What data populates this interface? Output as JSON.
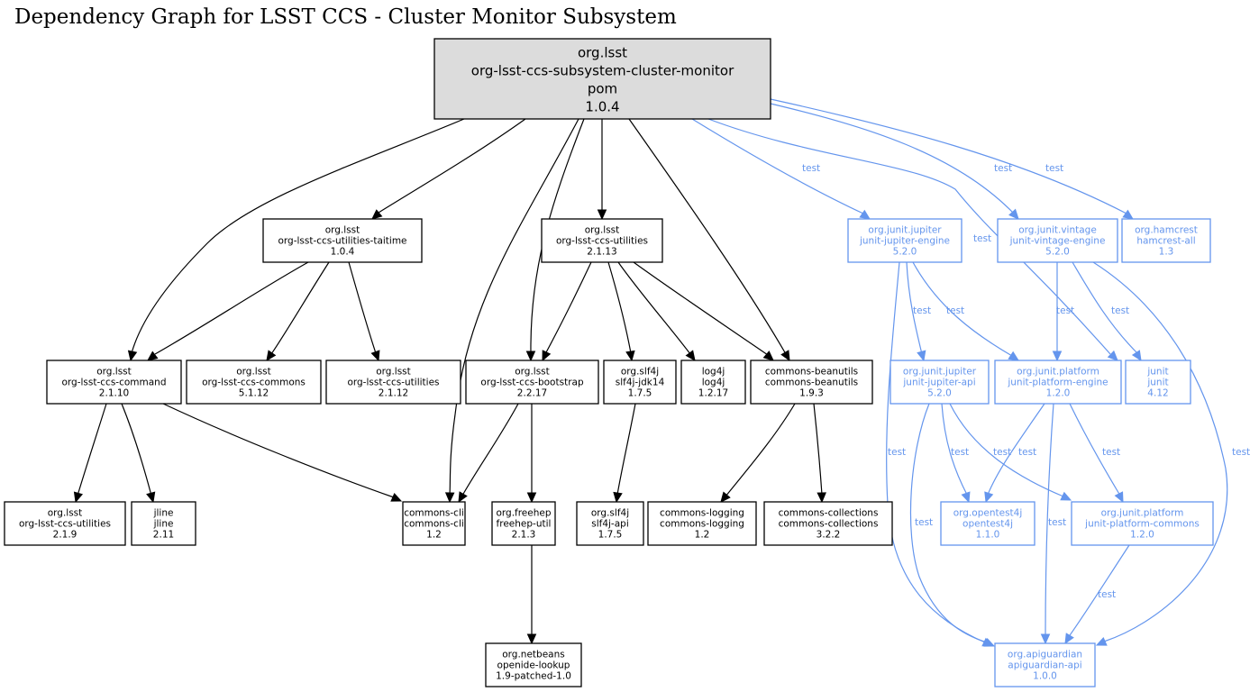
{
  "title": "Dependency Graph for LSST CCS - Cluster Monitor Subsystem",
  "colors": {
    "compile": "#000000",
    "test": "#6495ed",
    "root_fill": "#dcdcdc"
  },
  "nodes": [
    {
      "id": "root",
      "scope": "root",
      "lines": [
        "org.lsst",
        "org-lsst-ccs-subsystem-cluster-monitor",
        "pom",
        "1.0.4"
      ]
    },
    {
      "id": "taitime",
      "scope": "compile",
      "lines": [
        "org.lsst",
        "org-lsst-ccs-utilities-taitime",
        "1.0.4"
      ]
    },
    {
      "id": "utilities2113",
      "scope": "compile",
      "lines": [
        "org.lsst",
        "org-lsst-ccs-utilities",
        "2.1.13"
      ]
    },
    {
      "id": "jupiter-engine",
      "scope": "test",
      "lines": [
        "org.junit.jupiter",
        "junit-jupiter-engine",
        "5.2.0"
      ]
    },
    {
      "id": "vintage-engine",
      "scope": "test",
      "lines": [
        "org.junit.vintage",
        "junit-vintage-engine",
        "5.2.0"
      ]
    },
    {
      "id": "hamcrest",
      "scope": "test",
      "lines": [
        "org.hamcrest",
        "hamcrest-all",
        "1.3"
      ]
    },
    {
      "id": "command",
      "scope": "compile",
      "lines": [
        "org.lsst",
        "org-lsst-ccs-command",
        "2.1.10"
      ]
    },
    {
      "id": "commons5112",
      "scope": "compile",
      "lines": [
        "org.lsst",
        "org-lsst-ccs-commons",
        "5.1.12"
      ]
    },
    {
      "id": "utilities2112",
      "scope": "compile",
      "lines": [
        "org.lsst",
        "org-lsst-ccs-utilities",
        "2.1.12"
      ]
    },
    {
      "id": "bootstrap",
      "scope": "compile",
      "lines": [
        "org.lsst",
        "org-lsst-ccs-bootstrap",
        "2.2.17"
      ]
    },
    {
      "id": "slf4j-jdk14",
      "scope": "compile",
      "lines": [
        "org.slf4j",
        "slf4j-jdk14",
        "1.7.5"
      ]
    },
    {
      "id": "log4j",
      "scope": "compile",
      "lines": [
        "log4j",
        "log4j",
        "1.2.17"
      ]
    },
    {
      "id": "beanutils",
      "scope": "compile",
      "lines": [
        "commons-beanutils",
        "commons-beanutils",
        "1.9.3"
      ]
    },
    {
      "id": "jupiter-api",
      "scope": "test",
      "lines": [
        "org.junit.jupiter",
        "junit-jupiter-api",
        "5.2.0"
      ]
    },
    {
      "id": "platform-engine",
      "scope": "test",
      "lines": [
        "org.junit.platform",
        "junit-platform-engine",
        "1.2.0"
      ]
    },
    {
      "id": "junit",
      "scope": "test",
      "lines": [
        "junit",
        "junit",
        "4.12"
      ]
    },
    {
      "id": "utilities219",
      "scope": "compile",
      "lines": [
        "org.lsst",
        "org-lsst-ccs-utilities",
        "2.1.9"
      ]
    },
    {
      "id": "jline",
      "scope": "compile",
      "lines": [
        "jline",
        "jline",
        "2.11"
      ]
    },
    {
      "id": "commons-cli",
      "scope": "compile",
      "lines": [
        "commons-cli",
        "commons-cli",
        "1.2"
      ]
    },
    {
      "id": "freehep",
      "scope": "compile",
      "lines": [
        "org.freehep",
        "freehep-util",
        "2.1.3"
      ]
    },
    {
      "id": "slf4j-api",
      "scope": "compile",
      "lines": [
        "org.slf4j",
        "slf4j-api",
        "1.7.5"
      ]
    },
    {
      "id": "commons-logging",
      "scope": "compile",
      "lines": [
        "commons-logging",
        "commons-logging",
        "1.2"
      ]
    },
    {
      "id": "commons-collections",
      "scope": "compile",
      "lines": [
        "commons-collections",
        "commons-collections",
        "3.2.2"
      ]
    },
    {
      "id": "opentest4j",
      "scope": "test",
      "lines": [
        "org.opentest4j",
        "opentest4j",
        "1.1.0"
      ]
    },
    {
      "id": "platform-commons",
      "scope": "test",
      "lines": [
        "org.junit.platform",
        "junit-platform-commons",
        "1.2.0"
      ]
    },
    {
      "id": "openide",
      "scope": "compile",
      "lines": [
        "org.netbeans",
        "openide-lookup",
        "1.9-patched-1.0"
      ]
    },
    {
      "id": "apiguardian",
      "scope": "test",
      "lines": [
        "org.apiguardian",
        "apiguardian-api",
        "1.0.0"
      ]
    }
  ],
  "edges": [
    {
      "from": "root",
      "to": "command",
      "scope": "compile",
      "label": ""
    },
    {
      "from": "root",
      "to": "taitime",
      "scope": "compile",
      "label": ""
    },
    {
      "from": "root",
      "to": "commons-cli",
      "scope": "compile",
      "label": ""
    },
    {
      "from": "root",
      "to": "bootstrap",
      "scope": "compile",
      "label": ""
    },
    {
      "from": "root",
      "to": "utilities2113",
      "scope": "compile",
      "label": ""
    },
    {
      "from": "root",
      "to": "beanutils",
      "scope": "compile",
      "label": ""
    },
    {
      "from": "root",
      "to": "jupiter-engine",
      "scope": "test",
      "label": "test"
    },
    {
      "from": "root",
      "to": "junit",
      "scope": "test",
      "label": "test"
    },
    {
      "from": "root",
      "to": "vintage-engine",
      "scope": "test",
      "label": "test"
    },
    {
      "from": "root",
      "to": "hamcrest",
      "scope": "test",
      "label": "test"
    },
    {
      "from": "taitime",
      "to": "command",
      "scope": "compile",
      "label": ""
    },
    {
      "from": "taitime",
      "to": "commons5112",
      "scope": "compile",
      "label": ""
    },
    {
      "from": "taitime",
      "to": "utilities2112",
      "scope": "compile",
      "label": ""
    },
    {
      "from": "utilities2113",
      "to": "bootstrap",
      "scope": "compile",
      "label": ""
    },
    {
      "from": "utilities2113",
      "to": "slf4j-jdk14",
      "scope": "compile",
      "label": ""
    },
    {
      "from": "utilities2113",
      "to": "log4j",
      "scope": "compile",
      "label": ""
    },
    {
      "from": "utilities2113",
      "to": "beanutils",
      "scope": "compile",
      "label": ""
    },
    {
      "from": "command",
      "to": "utilities219",
      "scope": "compile",
      "label": ""
    },
    {
      "from": "command",
      "to": "jline",
      "scope": "compile",
      "label": ""
    },
    {
      "from": "command",
      "to": "commons-cli",
      "scope": "compile",
      "label": ""
    },
    {
      "from": "bootstrap",
      "to": "commons-cli",
      "scope": "compile",
      "label": ""
    },
    {
      "from": "bootstrap",
      "to": "freehep",
      "scope": "compile",
      "label": ""
    },
    {
      "from": "slf4j-jdk14",
      "to": "slf4j-api",
      "scope": "compile",
      "label": ""
    },
    {
      "from": "beanutils",
      "to": "commons-logging",
      "scope": "compile",
      "label": ""
    },
    {
      "from": "beanutils",
      "to": "commons-collections",
      "scope": "compile",
      "label": ""
    },
    {
      "from": "freehep",
      "to": "openide",
      "scope": "compile",
      "label": ""
    },
    {
      "from": "jupiter-engine",
      "to": "jupiter-api",
      "scope": "test",
      "label": "test"
    },
    {
      "from": "jupiter-engine",
      "to": "platform-engine",
      "scope": "test",
      "label": "test"
    },
    {
      "from": "jupiter-engine",
      "to": "apiguardian",
      "scope": "test",
      "label": "test"
    },
    {
      "from": "vintage-engine",
      "to": "platform-engine",
      "scope": "test",
      "label": "test"
    },
    {
      "from": "vintage-engine",
      "to": "junit",
      "scope": "test",
      "label": "test"
    },
    {
      "from": "vintage-engine",
      "to": "apiguardian",
      "scope": "test",
      "label": "test"
    },
    {
      "from": "jupiter-api",
      "to": "opentest4j",
      "scope": "test",
      "label": "test"
    },
    {
      "from": "jupiter-api",
      "to": "platform-commons",
      "scope": "test",
      "label": "test"
    },
    {
      "from": "jupiter-api",
      "to": "apiguardian",
      "scope": "test",
      "label": "test"
    },
    {
      "from": "platform-engine",
      "to": "opentest4j",
      "scope": "test",
      "label": "test"
    },
    {
      "from": "platform-engine",
      "to": "platform-commons",
      "scope": "test",
      "label": "test"
    },
    {
      "from": "platform-engine",
      "to": "apiguardian",
      "scope": "test",
      "label": "test"
    },
    {
      "from": "platform-commons",
      "to": "apiguardian",
      "scope": "test",
      "label": "test"
    }
  ]
}
